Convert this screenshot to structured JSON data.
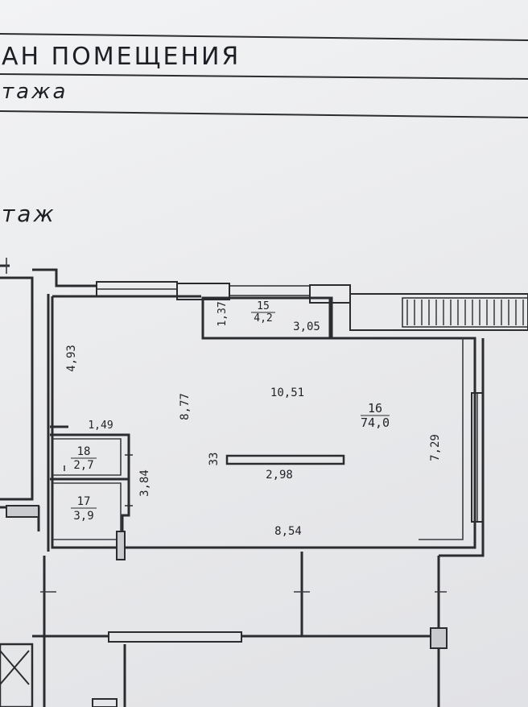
{
  "header": {
    "title": "АН ПОМЕЩЕНИЯ",
    "subtitle": "тажа",
    "floor_label": "таж"
  },
  "rooms": [
    {
      "number": "15",
      "area": "4,2"
    },
    {
      "number": "16",
      "area": "74,0"
    },
    {
      "number": "17",
      "area": "3,9"
    },
    {
      "number": "18",
      "area": "2,7"
    }
  ],
  "dimensions": {
    "d_1_37": "1,37",
    "d_3_05": "3,05",
    "d_4_93": "4,93",
    "d_10_51": "10,51",
    "d_8_77": "8,77",
    "d_1_49": "1,49",
    "d_7_29": "7,29",
    "d_33": "33",
    "d_2_98": "2,98",
    "d_3_84": "3,84",
    "d_8_54": "8,54"
  }
}
